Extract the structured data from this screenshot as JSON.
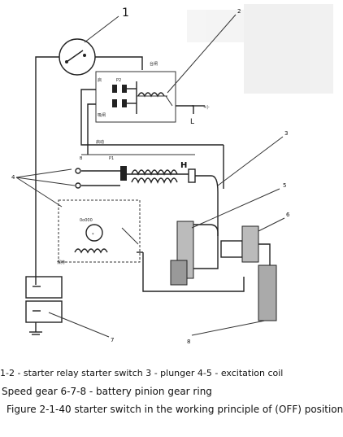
{
  "diagram": {
    "numbers": {
      "n1": "1",
      "n2": "2",
      "n3": "3",
      "n4": "4",
      "n5": "5",
      "n6": "6",
      "n7": "7",
      "n8": "8"
    },
    "labels": {
      "p2": "P2",
      "l": "L",
      "h": "H",
      "counter": "0o000",
      "top_cn": "台闸",
      "left_cn": "启",
      "lower_cn": "吸闸",
      "bottom_cn": "保持",
      "row_cn": "启动",
      "p1": "P1",
      "b": "B",
      "plus_terminal": "+|-"
    }
  },
  "captions": {
    "line1": "1-2 - starter relay starter switch 3 - plunger 4-5 - excitation coil",
    "line2": "Speed gear 6-7-8 - battery pinion gear ring",
    "line3": "Figure 2-1-40 starter switch in the working principle of (OFF) position"
  }
}
